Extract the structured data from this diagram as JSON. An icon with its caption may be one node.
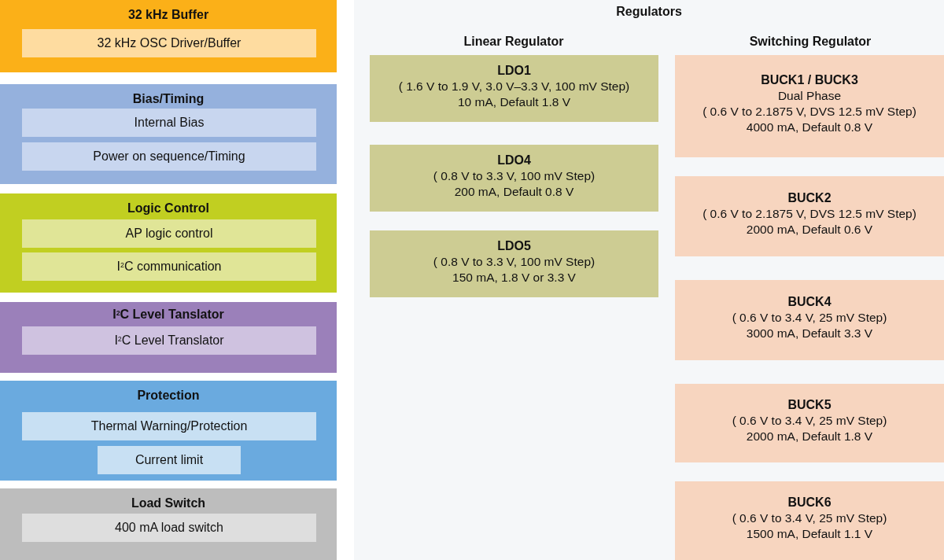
{
  "diagram": {
    "nodes": [
      {
        "text": [
          "32 kHz Buffer"
        ]
      },
      {
        "text": [
          "32 kHz OSC Driver/Buffer"
        ],
        "in": 0
      },
      {
        "text": [
          "Bias/Timing"
        ]
      },
      {
        "text": [
          "Internal Bias"
        ],
        "in": 2
      },
      {
        "text": [
          "Power on sequence/Timing"
        ],
        "in": 2
      },
      {
        "text": [
          "Logic Control"
        ]
      },
      {
        "text": [
          "AP logic control"
        ],
        "in": 5
      },
      {
        "text": [
          "I$^{2}$C communication"
        ],
        "in": 5
      },
      {
        "text": [
          "I$^{2}$C Level Tanslator"
        ]
      },
      {
        "text": [
          "I$^{2}$C Level Translator"
        ],
        "in": 8
      },
      {
        "text": [
          "Protection"
        ]
      },
      {
        "text": [
          "Thermal Warning/Protection"
        ],
        "in": 10
      },
      {
        "text": [
          "Current limit"
        ],
        "in": 10
      },
      {
        "text": [
          "Load Switch"
        ]
      },
      {
        "text": [
          "400 mA load switch"
        ],
        "in": 13
      },
      {
        "text": [
          "Regulators"
        ]
      },
      {
        "text": [
          "LDO1",
          "( 1.6 V to 1.9 V, 3.0 V–3.3 V, 100 mV Step)",
          "10 mA, Default 1.8 V"
        ],
        "in": 15
      },
      {
        "text": [
          "LDO4",
          "( 0.8 V to 3.3 V, 100 mV Step)",
          "200 mA, Default 0.8 V"
        ],
        "in": 15
      },
      {
        "text": [
          "LDO5",
          "( 0.8 V to 3.3 V, 100 mV Step)",
          "150 mA, 1.8 V or 3.3 V"
        ],
        "in": 15
      },
      {
        "text": [
          "BUCK1 / BUCK3",
          "Dual Phase",
          "( 0.6 V to 2.1875 V, DVS 12.5 mV Step)",
          "4000 mA, Default 0.8 V"
        ],
        "in": 15
      },
      {
        "text": [
          "BUCK2",
          "( 0.6 V to 2.1875 V, DVS 12.5 mV Step)",
          "2000 mA, Default 0.6 V"
        ],
        "in": 15
      },
      {
        "text": [
          "BUCK4",
          "( 0.6 V to 3.4 V, 25 mV Step)",
          "3000 mA, Default 3.3 V"
        ],
        "in": 15
      },
      {
        "text": [
          "BUCK5",
          "( 0.6 V to 3.4 V, 25 mV Step)",
          "2000 mA, Default 1.8 V"
        ],
        "in": 15
      },
      {
        "text": [
          "BUCK6",
          "( 0.6 V to 3.4 V, 25 mV Step)",
          "1500 mA, Default 1.1 V"
        ],
        "in": 15
      }
    ],
    "labels": [
      "Linear Regulator",
      "Switching Regulator"
    ]
  }
}
